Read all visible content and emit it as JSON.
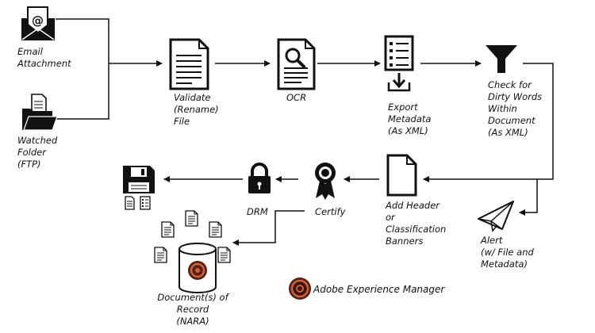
{
  "labels": {
    "email_attachment": "Email\nAttachment",
    "watched_folder": "Watched\nFolder\n(FTP)",
    "validate": "Validate\n(Rename)\nFile",
    "ocr": "OCR",
    "export_metadata": "Export\nMetadata\n(As XML)",
    "check_dirty_words": "Check for\nDirty Words\nWithin\nDocument\n(As XML)",
    "add_header": "Add Header\nor\nClassification\nBanners",
    "certify": "Certify",
    "drm": "DRM",
    "alert": "Alert\n(w/ File and\nMetadata)",
    "documents_of_record": "Document(s) of Record\n(NARA)",
    "brand": "Adobe Experience Manager"
  },
  "colors": {
    "ink": "#111111",
    "brand_ring": "#c9653a",
    "brand_core": "#5a1f12"
  },
  "icons": [
    "email-icon",
    "folder-icon",
    "document-icon",
    "ocr-icon",
    "export-metadata-icon",
    "filter-icon",
    "document-icon",
    "ribbon-award-icon",
    "lock-icon",
    "floppy-disk-icon",
    "paper-plane-icon",
    "database-icon",
    "adobe-experience-manager-logo"
  ]
}
